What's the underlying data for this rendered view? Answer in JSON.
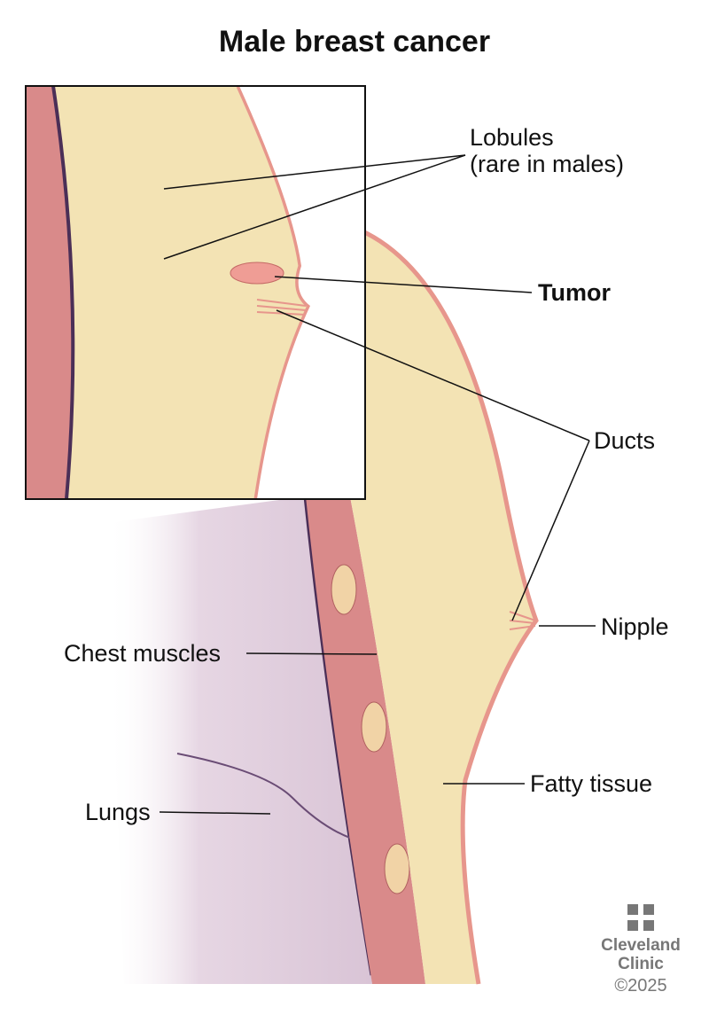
{
  "title": "Male breast cancer",
  "labels": {
    "lobules": "Lobules",
    "lobules_note": "(rare in males)",
    "tumor": "Tumor",
    "ducts": "Ducts",
    "nipple": "Nipple",
    "chest_muscles": "Chest muscles",
    "fatty_tissue": "Fatty tissue",
    "lungs": "Lungs"
  },
  "logo": {
    "name_line1": "Cleveland",
    "name_line2": "Clinic",
    "copyright": "©2025"
  },
  "colors": {
    "fat": "#f3e3b4",
    "skin": "#e7968c",
    "muscle": "#d98a8a",
    "lung": "#e3d3e0",
    "tumor": "#ef9d95"
  }
}
